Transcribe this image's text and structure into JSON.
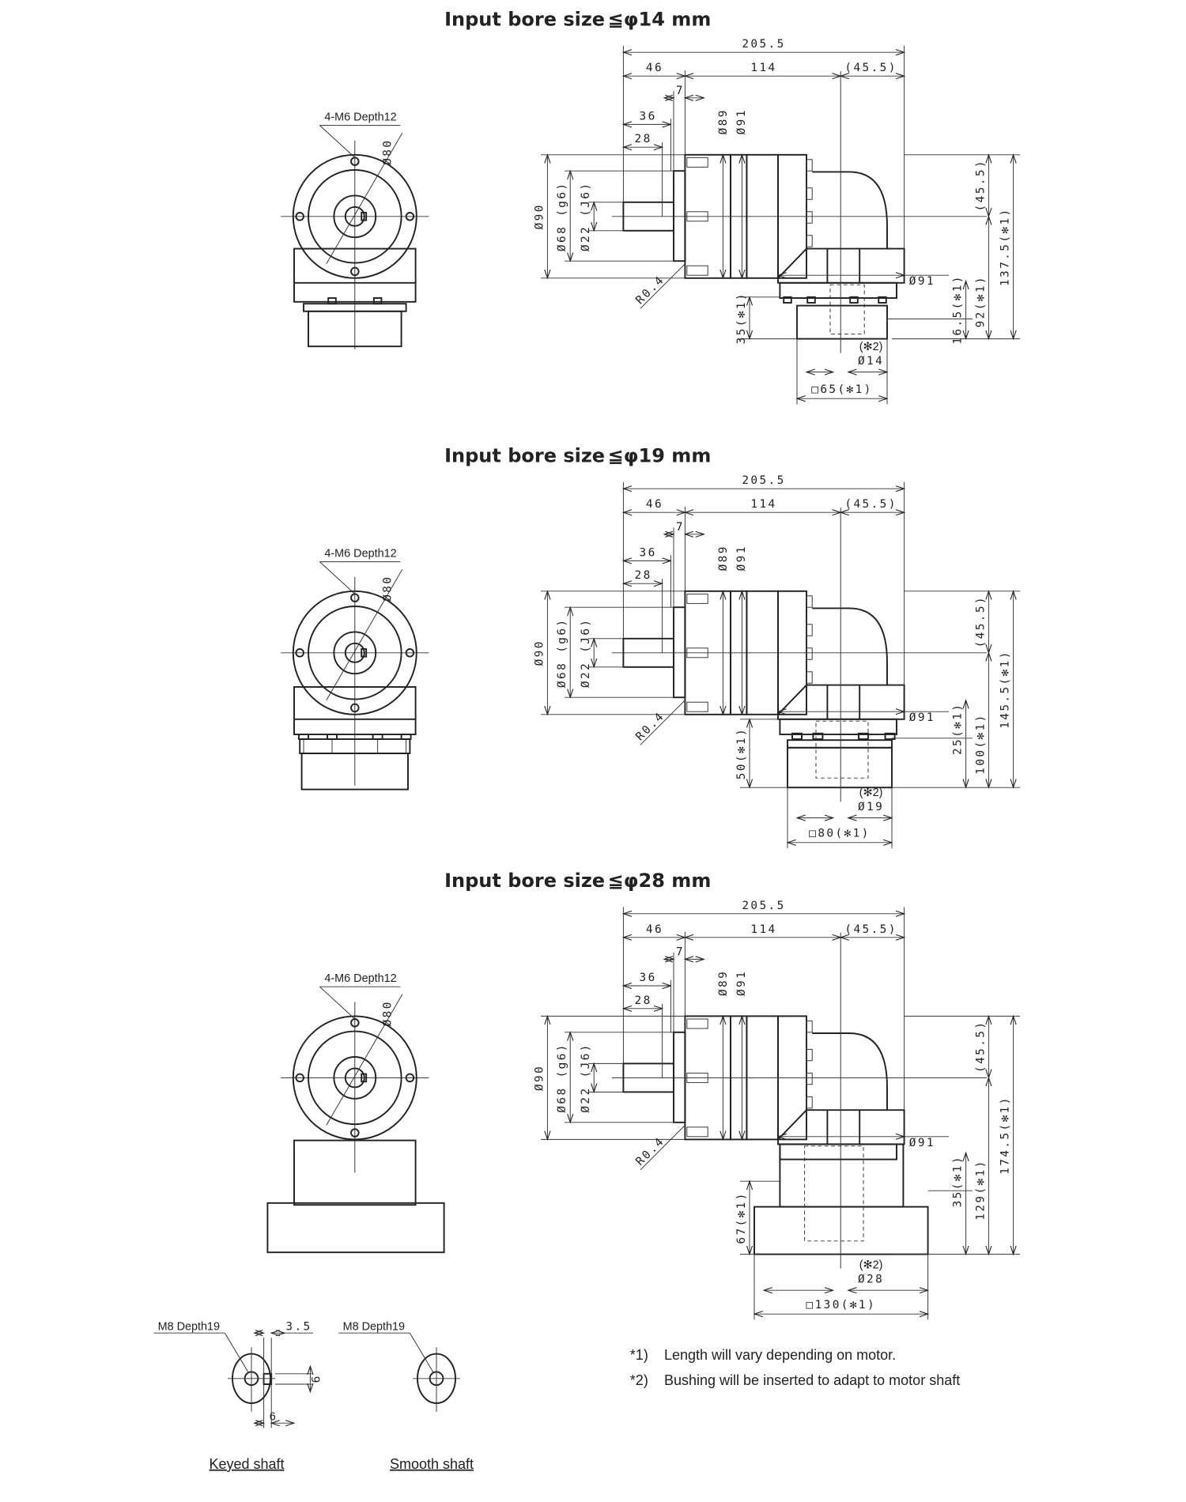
{
  "sections": [
    {
      "title": "Input bore size",
      "bore": "≦φ14 mm",
      "front": {
        "tap": "4-M6 Depth12",
        "pcd": "Ø80"
      },
      "side": {
        "overall": "205.5",
        "d46": "46",
        "d114": "114",
        "d45h": "(45.5)",
        "d7": "7",
        "d36": "36",
        "d28": "28",
        "d89": "Ø89",
        "d91": "Ø91",
        "d90": "Ø90",
        "d68": "Ø68 (g6)",
        "d22": "Ø22 (J6)",
        "r04": "R0.4",
        "d45v": "(45.5)",
        "d91b": "Ø91",
        "flange_h": "16.5(✻1)",
        "mid_h": "92(✻1)",
        "total_h": "137.5(✻1)",
        "adapter_h": "35(✻1)",
        "note2": "(✻2)",
        "bore_d": "Ø14",
        "square": "□65(✻1)"
      }
    },
    {
      "title": "Input bore size",
      "bore": "≦φ19 mm",
      "front": {
        "tap": "4-M6 Depth12",
        "pcd": "Ø80"
      },
      "side": {
        "overall": "205.5",
        "d46": "46",
        "d114": "114",
        "d45h": "(45.5)",
        "d7": "7",
        "d36": "36",
        "d28": "28",
        "d89": "Ø89",
        "d91": "Ø91",
        "d90": "Ø90",
        "d68": "Ø68 (g6)",
        "d22": "Ø22 (J6)",
        "r04": "R0.4",
        "d45v": "(45.5)",
        "d91b": "Ø91",
        "flange_h": "25(✻1)",
        "mid_h": "100(✻1)",
        "total_h": "145.5(✻1)",
        "adapter_h": "50(✻1)",
        "note2": "(✻2)",
        "bore_d": "Ø19",
        "square": "□80(✻1)"
      }
    },
    {
      "title": "Input bore size",
      "bore": "≦φ28 mm",
      "front": {
        "tap": "4-M6 Depth12",
        "pcd": "Ø80"
      },
      "side": {
        "overall": "205.5",
        "d46": "46",
        "d114": "114",
        "d45h": "(45.5)",
        "d7": "7",
        "d36": "36",
        "d28": "28",
        "d89": "Ø89",
        "d91": "Ø91",
        "d90": "Ø90",
        "d68": "Ø68 (g6)",
        "d22": "Ø22 (J6)",
        "r04": "R0.4",
        "d45v": "(45.5)",
        "d91b": "Ø91",
        "flange_h": "35(✻1)",
        "mid_h": "129(✻1)",
        "total_h": "174.5(✻1)",
        "adapter_h": "67(✻1)",
        "note2": "(✻2)",
        "bore_d": "Ø28",
        "square": "□130(✻1)"
      }
    }
  ],
  "shafts": {
    "keyed": {
      "label": "Keyed shaft",
      "tap": "M8 Depth19",
      "key_offset": "3.5",
      "key_h": "6",
      "key_w": "6"
    },
    "smooth": {
      "label": "Smooth shaft",
      "tap": "M8 Depth19"
    }
  },
  "notes": [
    {
      "mark": "*1)",
      "text": "Length will vary depending on motor."
    },
    {
      "mark": "*2)",
      "text": "Bushing will be inserted to adapt to motor shaft"
    }
  ]
}
